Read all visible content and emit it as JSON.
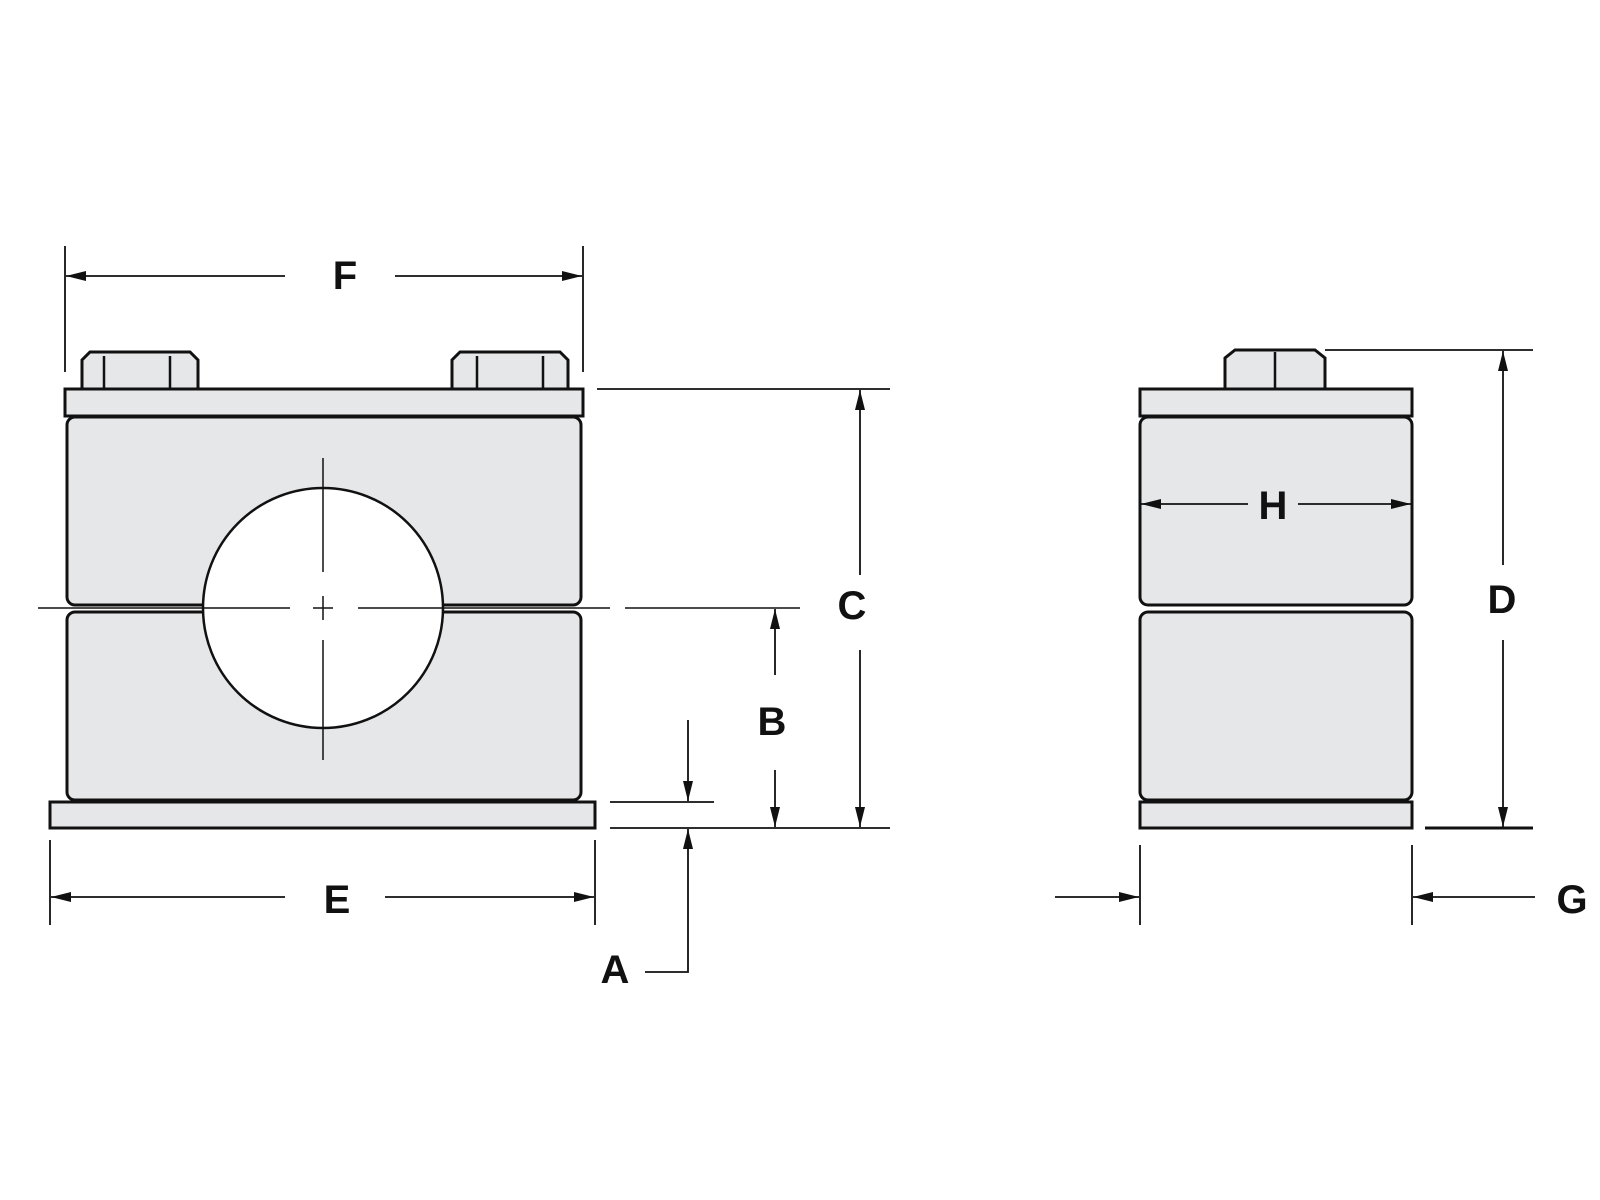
{
  "labels": {
    "A": "A",
    "B": "B",
    "C": "C",
    "D": "D",
    "E": "E",
    "F": "F",
    "G": "G",
    "H": "H"
  },
  "colors": {
    "part_fill": "#e6e7e8",
    "line": "#111111"
  }
}
